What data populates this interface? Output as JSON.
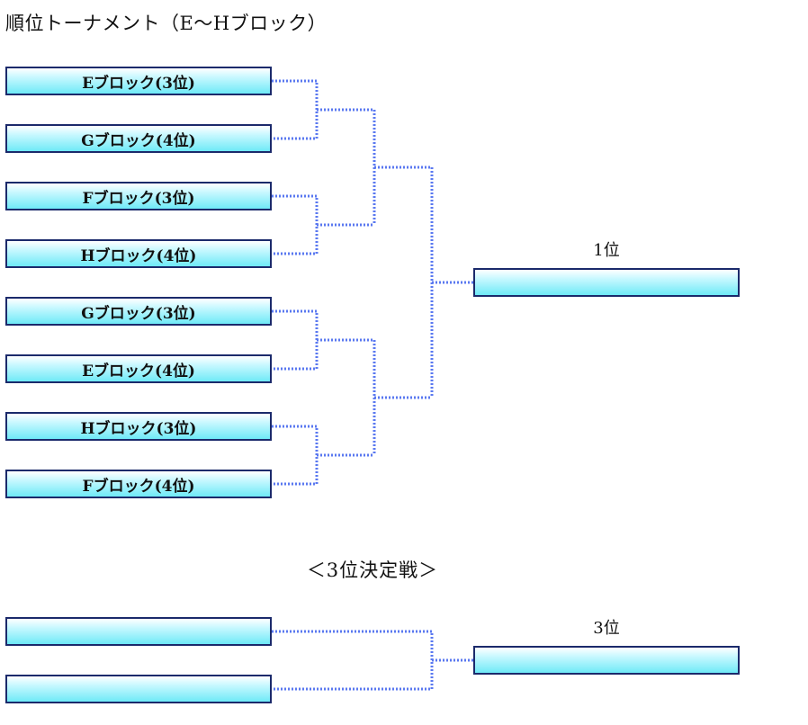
{
  "title": "順位トーナメント（E〜Hブロック）",
  "main_bracket": {
    "entries": [
      "Eブロック(3位)",
      "Gブロック(4位)",
      "Fブロック(3位)",
      "Hブロック(4位)",
      "Gブロック(3位)",
      "Eブロック(4位)",
      "Hブロック(3位)",
      "Fブロック(4位)"
    ],
    "result_label": "1位",
    "result_value": ""
  },
  "third_place": {
    "title": "＜3位決定戦＞",
    "entries": [
      "",
      ""
    ],
    "result_label": "3位",
    "result_value": ""
  },
  "colors": {
    "slot_border": "#1b2a6b",
    "slot_fill_top": "#ffffff",
    "slot_fill_bottom": "#6feaf7",
    "connector": "#5a78f0",
    "text": "#111111"
  }
}
